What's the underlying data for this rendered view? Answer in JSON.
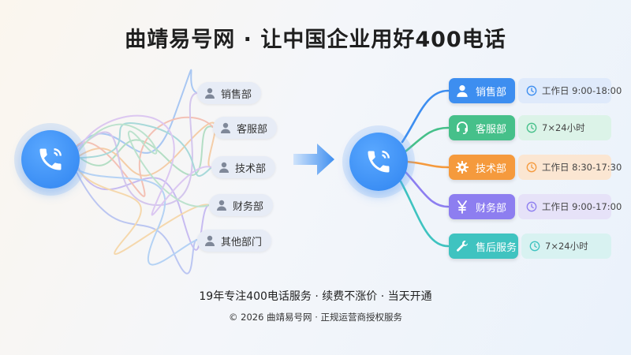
{
  "title": "曲靖易号网 · 让中国企业用好400电话",
  "left_departments": [
    {
      "label": "销售部",
      "icon": "person-icon"
    },
    {
      "label": "客服部",
      "icon": "person-icon"
    },
    {
      "label": "技术部",
      "icon": "person-icon"
    },
    {
      "label": "财务部",
      "icon": "person-icon"
    },
    {
      "label": "其他部门",
      "icon": "person-icon"
    }
  ],
  "right_departments": [
    {
      "label": "销售部",
      "icon": "person-icon",
      "hours": "工作日 9:00-18:00",
      "color": "#3d8ef0",
      "hours_bg": "#dfeafb",
      "hours_icon_color": "#3d8ef0"
    },
    {
      "label": "客服部",
      "icon": "headset-icon",
      "hours": "7×24小时",
      "color": "#46c08a",
      "hours_bg": "#dcf3e8",
      "hours_icon_color": "#46c08a"
    },
    {
      "label": "技术部",
      "icon": "gear-icon",
      "hours": "工作日 8:30-17:30",
      "color": "#f59a3d",
      "hours_bg": "#fbe6d2",
      "hours_icon_color": "#f59a3d"
    },
    {
      "label": "财务部",
      "icon": "yen-icon",
      "hours": "工作日 9:00-17:00",
      "color": "#8d7ef0",
      "hours_bg": "#e6e2f8",
      "hours_icon_color": "#8d7ef0"
    },
    {
      "label": "售后服务",
      "icon": "wrench-icon",
      "hours": "7×24小时",
      "color": "#3fc3c0",
      "hours_bg": "#d8f2f1",
      "hours_icon_color": "#3fc3c0"
    }
  ],
  "tagline": "19年专注400电话服务 · 续费不涨价 · 当天开通",
  "copyright": "© 2026 曲靖易号网 · 正规运营商授权服务"
}
